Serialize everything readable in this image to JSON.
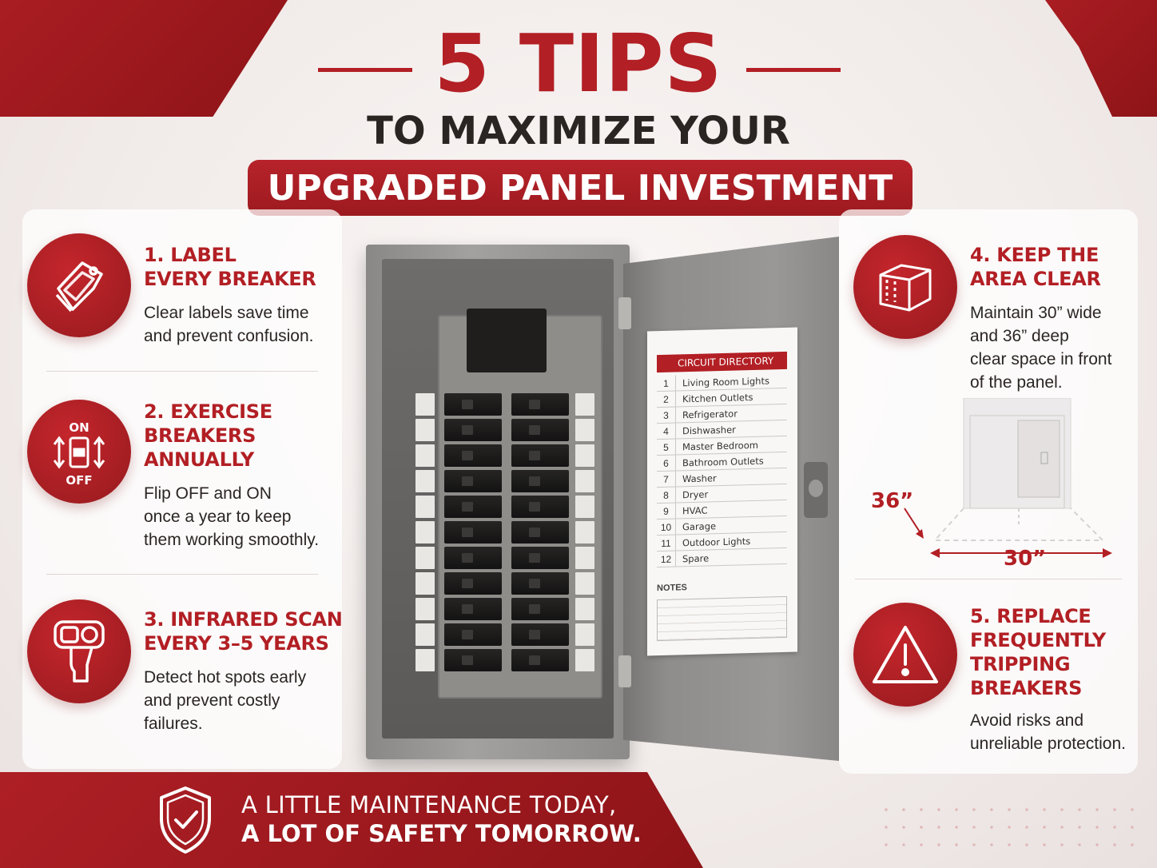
{
  "header": {
    "title": "5 TIPS",
    "subtitle": "TO MAXIMIZE YOUR",
    "banner": "UPGRADED PANEL INVESTMENT"
  },
  "tips_left": [
    {
      "icon": "label-tag-icon",
      "title": "1. LABEL\nEVERY BREAKER",
      "desc": "Clear labels save time\nand prevent confusion."
    },
    {
      "icon": "breaker-toggle-icon",
      "icon_on": "ON",
      "icon_off": "OFF",
      "title": "2. EXERCISE\nBREAKERS\nANNUALLY",
      "desc": "Flip OFF and ON\nonce a year to keep\nthem working smoothly."
    },
    {
      "icon": "infrared-camera-icon",
      "title": "3. INFRARED SCAN\nEVERY 3–5 YEARS",
      "desc": "Detect hot spots early\nand prevent costly\nfailures."
    }
  ],
  "tips_right": [
    {
      "icon": "clear-space-cube-icon",
      "title": "4. KEEP THE\nAREA CLEAR",
      "desc": "Maintain 30” wide\nand 36” deep\nclear space in front\nof the panel."
    },
    {
      "icon": "warning-triangle-icon",
      "title": "5. REPLACE\nFREQUENTLY\nTRIPPING\nBREAKERS",
      "desc": "Avoid risks and\nunreliable protection."
    }
  ],
  "clearance": {
    "depth_label": "36”",
    "width_label": "30”"
  },
  "directory": {
    "title": "CIRCUIT DIRECTORY",
    "rows": [
      {
        "num": "1",
        "name": "Living Room Lights"
      },
      {
        "num": "2",
        "name": "Kitchen Outlets"
      },
      {
        "num": "3",
        "name": "Refrigerator"
      },
      {
        "num": "4",
        "name": "Dishwasher"
      },
      {
        "num": "5",
        "name": "Master Bedroom"
      },
      {
        "num": "6",
        "name": "Bathroom Outlets"
      },
      {
        "num": "7",
        "name": "Washer"
      },
      {
        "num": "8",
        "name": "Dryer"
      },
      {
        "num": "9",
        "name": "HVAC"
      },
      {
        "num": "10",
        "name": "Garage"
      },
      {
        "num": "11",
        "name": "Outdoor Lights"
      },
      {
        "num": "12",
        "name": "Spare"
      }
    ],
    "notes_label": "NOTES"
  },
  "footer": {
    "line1": "A LITTLE MAINTENANCE TODAY,",
    "line2": "A LOT OF SAFETY TOMORROW.",
    "icon": "shield-check-icon"
  },
  "colors": {
    "accent": "#b21f24",
    "dark_text": "#2b2523",
    "background": "#f3eeec"
  }
}
